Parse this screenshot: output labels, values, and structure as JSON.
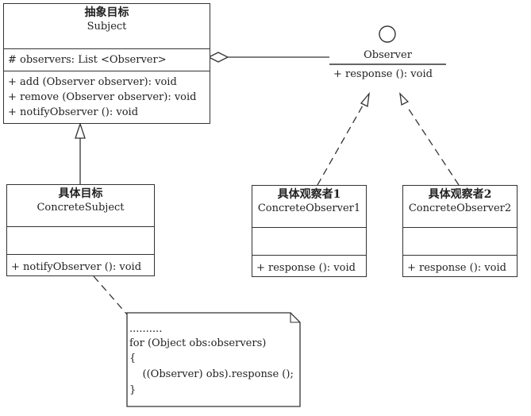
{
  "subject": {
    "title_cn": "抽象目标",
    "title_en": "Subject",
    "attribute": "# observers: List <Observer>",
    "methods": [
      "+ add (Observer observer): void",
      "+ remove (Observer observer): void",
      "+ notifyObserver (): void"
    ]
  },
  "observer": {
    "name": "Observer",
    "method": "+ response (): void"
  },
  "concrete_subject": {
    "title_cn": "具体目标",
    "title_en": "ConcreteSubject",
    "method": "+ notifyObserver (): void"
  },
  "concrete_observer1": {
    "title_cn": "具体观察者1",
    "title_en": "ConcreteObserver1",
    "method": "+ response (): void"
  },
  "concrete_observer2": {
    "title_cn": "具体观察者2",
    "title_en": "ConcreteObserver2",
    "method": "+ response (): void"
  },
  "note": {
    "lines": [
      "..........",
      "for (Object obs:observers)",
      "{",
      "    ((Observer) obs).response ();",
      "}"
    ]
  }
}
